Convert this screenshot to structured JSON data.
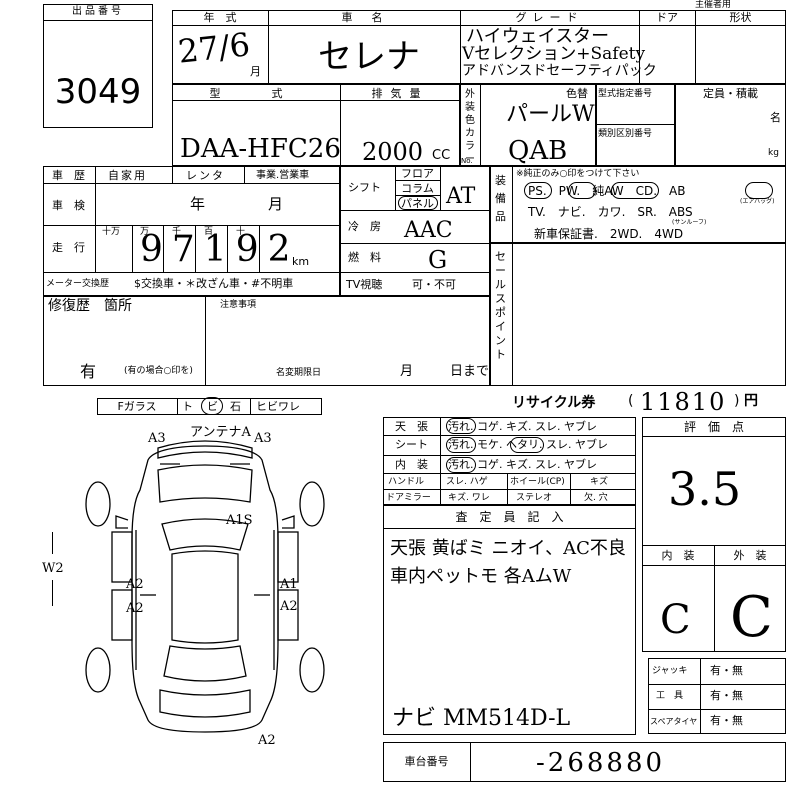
{
  "lot": {
    "label": "出品番号",
    "number": "3049"
  },
  "header": {
    "top_note": "主催者用",
    "year_type_label": "年　式",
    "car_name_label": "車　名",
    "grade_label": "グレード",
    "door_label": "ドア",
    "shape_label": "形状",
    "model_label": "型　式",
    "displacement_label": "排気量",
    "exterior_color_label": "外装色カラー",
    "color_code_label": "色替",
    "model_number_label": "型式指定番号",
    "class_number_label": "類別区別番号",
    "capacity_label": "定員・積載",
    "capacity_unit1": "名",
    "capacity_unit2": "kg",
    "cc_unit": "CC",
    "month_suffix": "月",
    "no_label": "No."
  },
  "values": {
    "year": "27/6",
    "car_name": "セレナ",
    "grade_line1": "ハイウェイスター",
    "grade_line2": "Vセレクション+Safety",
    "grade_line3": "アドバンスドセーフティパック",
    "model": "DAA-HFC26",
    "displacement": "2000",
    "color_name": "パールW",
    "color_code": "QAB",
    "shift": "AT",
    "cooling": "AAC",
    "fuel": "G",
    "mileage": "97192",
    "inspector_note1": "天張 黄ばミ ニオイ、AC不良",
    "inspector_note2": "車内ペットモ 各AムW",
    "navi": "ナビ MM514D-L",
    "chassis_number": "-268880",
    "recycle_fee": "11810",
    "score": "3.5",
    "interior_grade": "C",
    "exterior_grade": "C"
  },
  "history": {
    "vehicle_history_label": "車　歴",
    "private_use": "自家用",
    "rental": "レンタ",
    "business": "事業.営業車",
    "inspection_label": "車　検",
    "year_unit": "年",
    "month_unit": "月",
    "mileage_label": "走　行",
    "digit_labels": [
      "十万",
      "万",
      "千",
      "百",
      "十"
    ],
    "km_unit": "km",
    "meter_label": "メーター交換歴",
    "meter_options": "$交換車・＊改ざん車・#不明車",
    "tv_label": "TV視聴",
    "tv_options": "可・不可",
    "repair_label": "修復歴　箇所",
    "repair_value": "有",
    "repair_note": "(有の場合○印を)",
    "notes_label": "注意事項",
    "renewal_label": "名変期限日",
    "renewal_month": "月",
    "renewal_day": "日まで"
  },
  "shift_options": {
    "label": "シフト",
    "floor": "フロア",
    "column": "コラム",
    "panel": "パネル",
    "cooling_label": "冷　房",
    "fuel_label": "燃　料"
  },
  "equipment": {
    "label": "装備品",
    "note": "※純正のみ○印をつけて下さい",
    "line1": "PS.　PW.　純AW　CD.　AB",
    "line1_small": "(エアバッグ)",
    "line2": "TV.　ナビ.　カワ.　SR.　ABS",
    "line2_small": "(サンルーフ)",
    "line3": "新車保証書.　2WD.　4WD"
  },
  "sales_point": {
    "label": "セールスポイント"
  },
  "glass": {
    "label": "Fガラス",
    "items": [
      "ト",
      "ビ",
      "石",
      "ヒビワレ"
    ]
  },
  "diagram": {
    "marks": [
      "A3",
      "アンテナA",
      "A3",
      "A1S",
      "A2",
      "A2",
      "A1",
      "A2",
      "A2",
      "W2"
    ]
  },
  "recycle": {
    "label": "リサイクル券",
    "unit": "円",
    "paren_open": "(",
    "paren_close": ")"
  },
  "condition": {
    "rows": [
      {
        "label": "天　張",
        "options": "汚れ. コゲ. キズ. スレ. ヤブレ"
      },
      {
        "label": "シート",
        "options": "汚れ. モケ. ヘタリ. スレ. ヤブレ"
      },
      {
        "label": "内　装",
        "options": "汚れ. コゲ. キズ. スレ. ヤブレ"
      }
    ],
    "handle_label": "ハンドル",
    "handle_options": "スレ. ハゲ",
    "wheel_label": "ホイール(CP)",
    "wheel_value": "キズ",
    "mirror_label": "ドアミラー",
    "mirror_options": "キズ. ワレ",
    "stereo_label": "ステレオ",
    "stereo_options": "欠. 穴"
  },
  "inspector": {
    "label": "査　定　員　記　入"
  },
  "evaluation": {
    "label": "評　価　点",
    "interior_label": "内　装",
    "exterior_label": "外　装"
  },
  "tools": {
    "rows": [
      {
        "label": "ジャッキ",
        "options": "有・無"
      },
      {
        "label": "工　具",
        "options": "有・無"
      },
      {
        "label": "スペアタイヤ",
        "options": "有・無"
      }
    ]
  },
  "chassis": {
    "label": "車台番号"
  }
}
